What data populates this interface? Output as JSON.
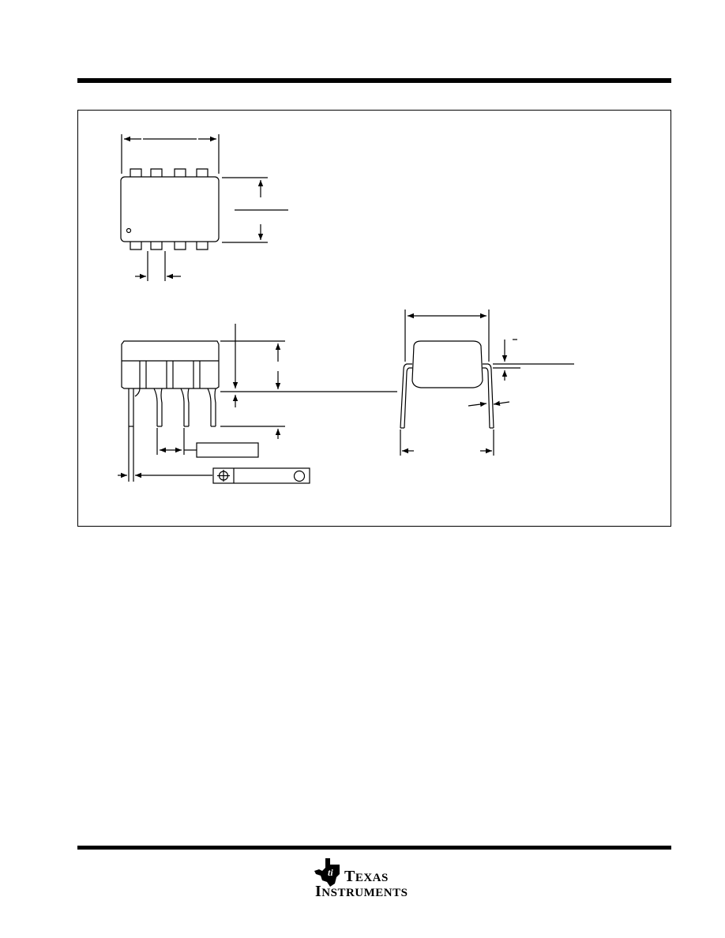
{
  "logo": {
    "brand": "TEXAS INSTRUMENTS",
    "line1_initial": "T",
    "line1_rest": "EXAS",
    "line2_initial": "I",
    "line2_rest": "NSTRUMENTS"
  },
  "icons": {
    "true_position_symbol": "position-tolerance-icon",
    "mmc_circle": "circle-modifier-icon",
    "pin1_indicator": "pin-one-dot-icon",
    "brand_mark": "ti-state-logo-icon"
  },
  "colors": {
    "ink": "#000000",
    "paper": "#ffffff"
  }
}
